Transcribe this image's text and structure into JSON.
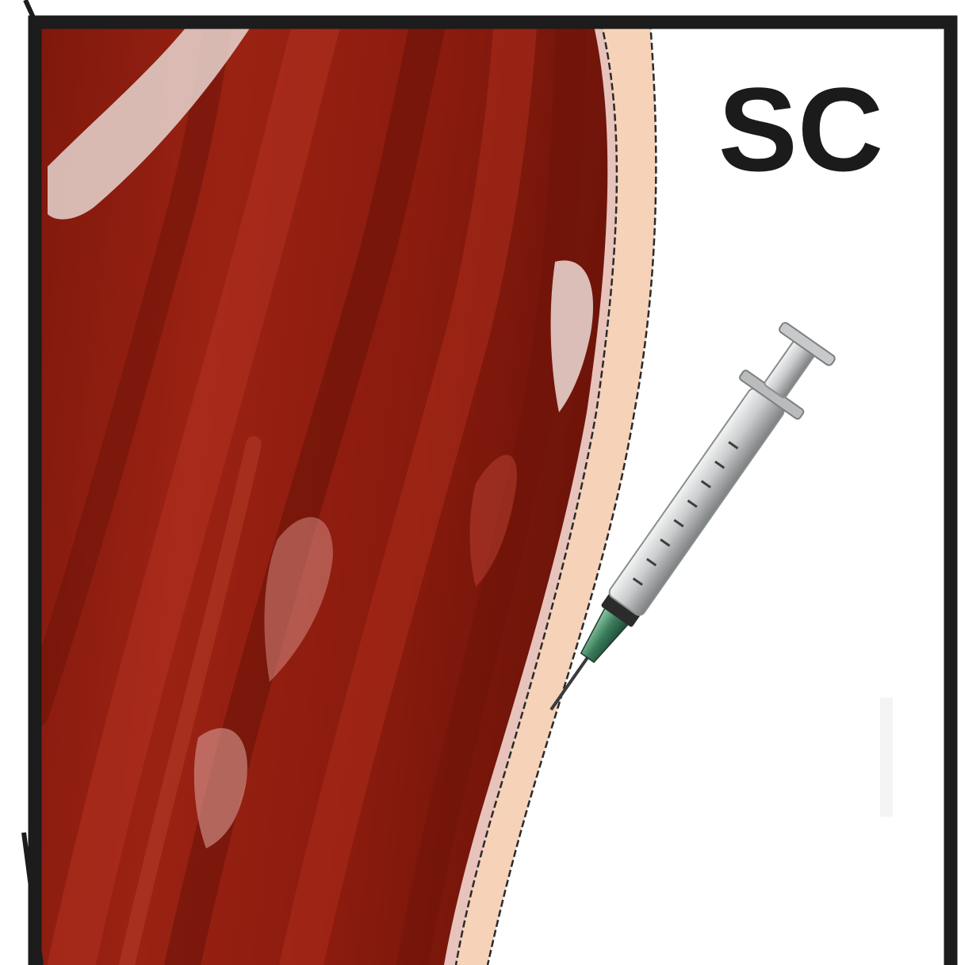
{
  "figure": {
    "label": "SC"
  },
  "colors": {
    "frame": "#1c1c1c",
    "background": "#ffffff",
    "muscle": "#8f1c0f",
    "muscle_dark": "#6a1208",
    "muscle_light": "#b0301c",
    "fascia": "#e9d2cc",
    "subcutaneous_fat": "#f6d2b8",
    "syringe_barrel": "#c9cbcc",
    "needle_hub": "#3a7d5c",
    "plunger_seal": "#2b2b2b"
  },
  "icons": {
    "tissue": "muscle-tissue-illustration",
    "fat_layer": "subcutaneous-layer",
    "syringe": "syringe-icon"
  }
}
